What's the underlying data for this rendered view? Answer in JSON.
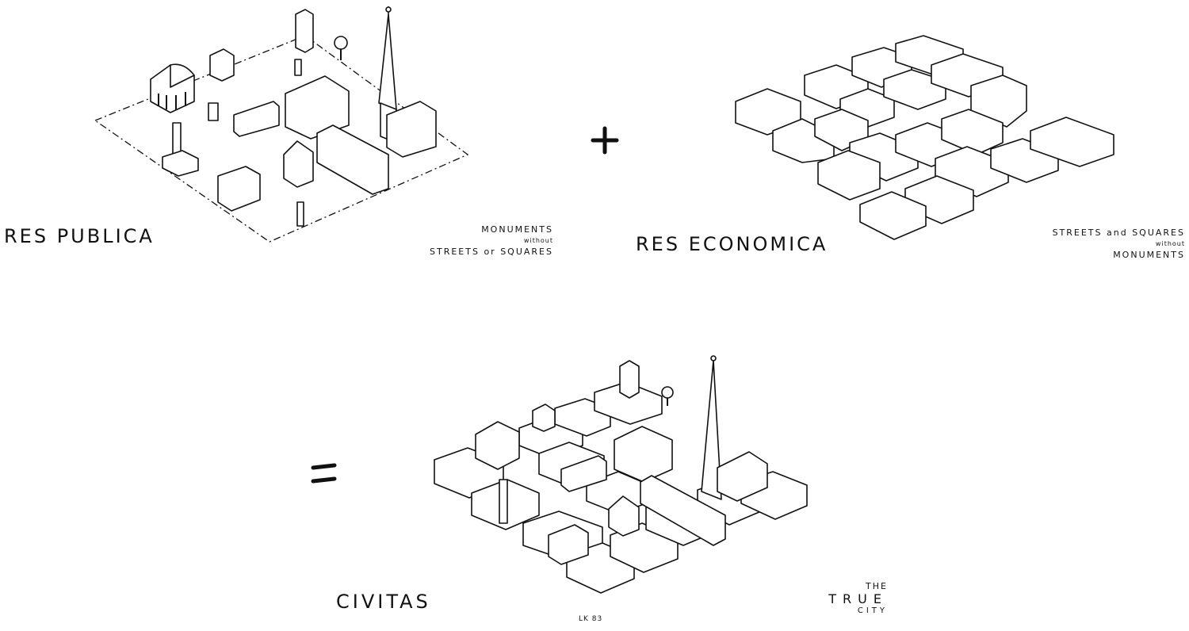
{
  "labels": {
    "res_publica": "RES PUBLICA",
    "monuments": "MONUMENTS",
    "without_1": "without",
    "streets_or_squares": "STREETS or SQUARES",
    "plus": "+",
    "res_economica": "RES ECONOMICA",
    "streets_and_squares": "STREETS and SQUARES",
    "without_2": "without",
    "monuments_2": "MONUMENTS",
    "equals": "=",
    "civitas": "CIVITAS",
    "signature": "LK 83",
    "the": "THE",
    "true": "TRUE",
    "city": "CITY"
  }
}
